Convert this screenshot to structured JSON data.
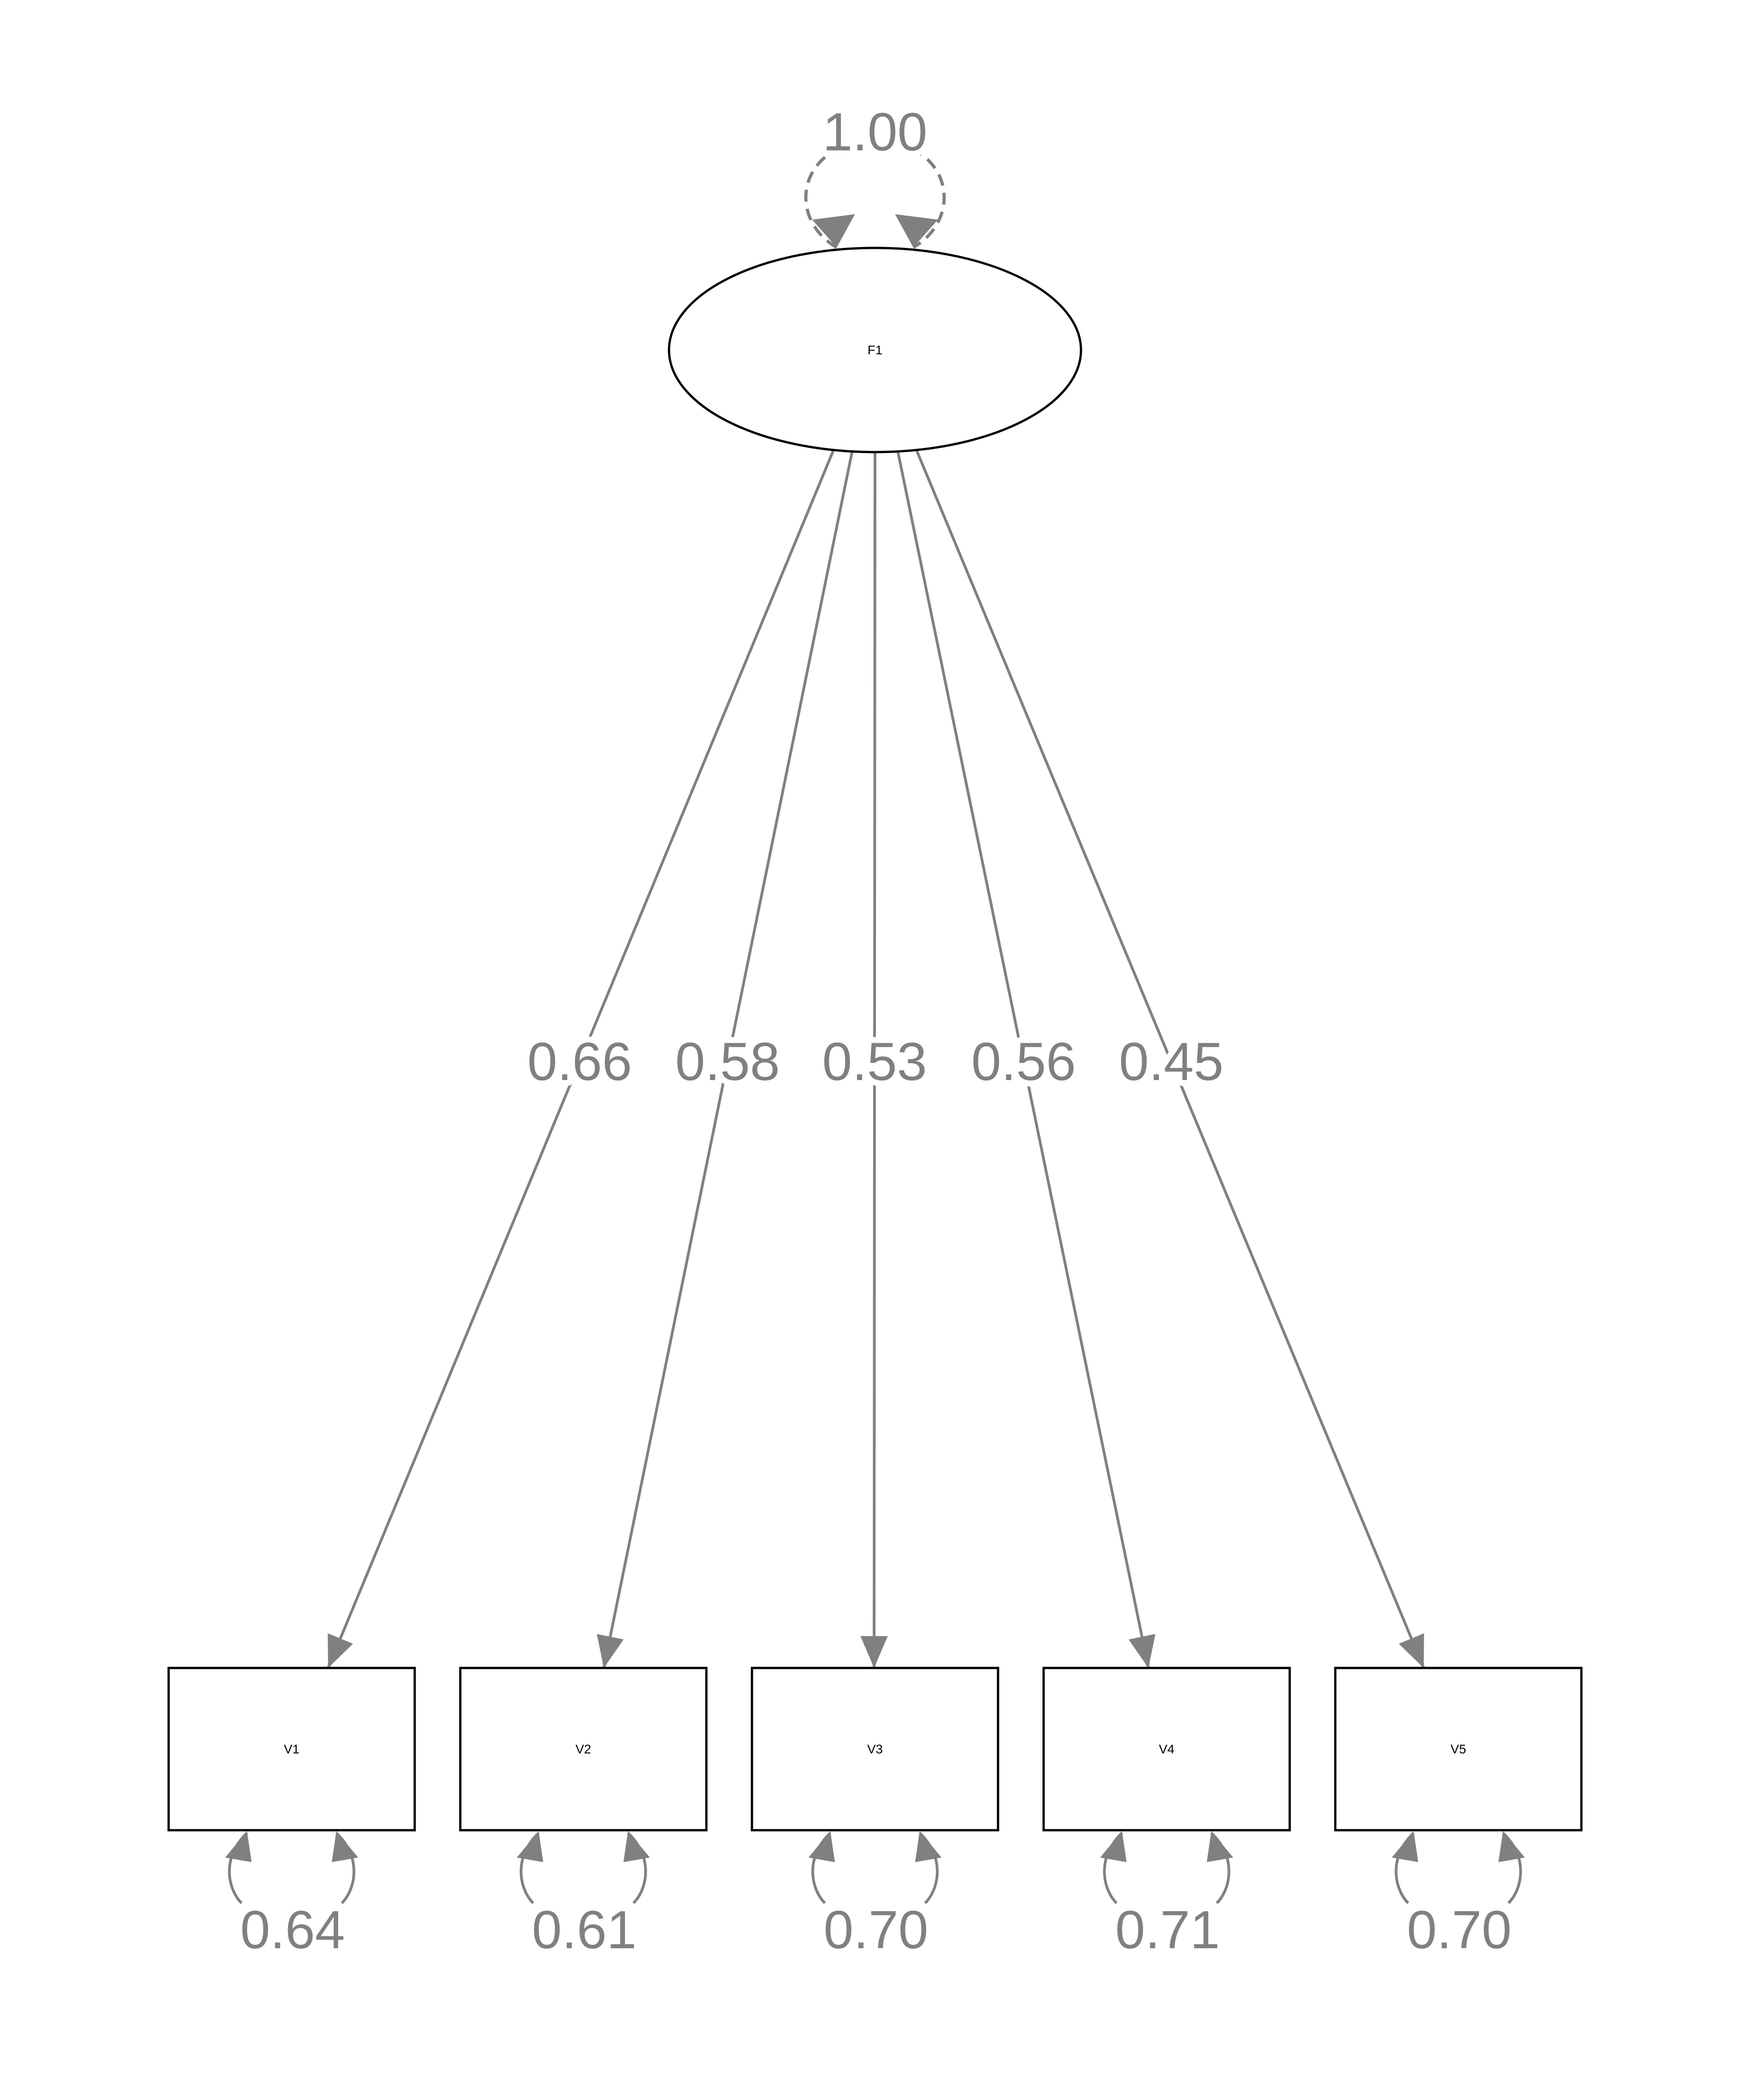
{
  "diagram": {
    "type": "path-diagram",
    "colors": {
      "edge": "#808080",
      "node_stroke": "#000000",
      "node_fill": "#ffffff",
      "background": "#ffffff"
    },
    "latent": {
      "id": "F1",
      "label": "F1",
      "variance": "1.00",
      "variance_style": "dashed"
    },
    "observed": [
      {
        "id": "V1",
        "label": "V1",
        "loading": "0.66",
        "residual": "0.64"
      },
      {
        "id": "V2",
        "label": "V2",
        "loading": "0.58",
        "residual": "0.61"
      },
      {
        "id": "V3",
        "label": "V3",
        "loading": "0.53",
        "residual": "0.70"
      },
      {
        "id": "V4",
        "label": "V4",
        "loading": "0.56",
        "residual": "0.71"
      },
      {
        "id": "V5",
        "label": "V5",
        "loading": "0.45",
        "residual": "0.70"
      }
    ]
  }
}
